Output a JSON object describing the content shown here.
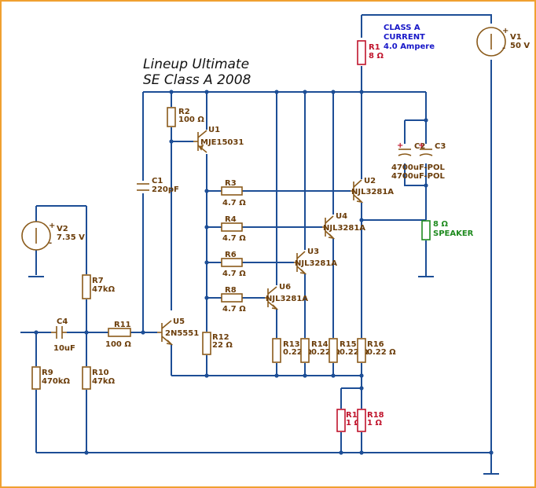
{
  "title": {
    "line1": "Lineup Ultimate",
    "line2": "SE Class A 2008"
  },
  "annotation": {
    "line1": "CLASS A",
    "line2": "CURRENT",
    "line3": "4.0 Ampere"
  },
  "components": {
    "r1": {
      "name": "R1",
      "value": "8 Ω"
    },
    "v1": {
      "name": "V1",
      "value": "50 V"
    },
    "r2": {
      "name": "R2",
      "value": "100 Ω"
    },
    "u1": {
      "name": "U1",
      "value": "MJE15031"
    },
    "c1": {
      "name": "C1",
      "value": "220pF"
    },
    "c2": {
      "name": "C2",
      "value": "4700uF-POL"
    },
    "c3": {
      "name": "C3",
      "value": "4700uF-POL"
    },
    "u2": {
      "name": "U2",
      "value": "NJL3281A"
    },
    "u4": {
      "name": "U4",
      "value": "NJL3281A"
    },
    "u3": {
      "name": "U3",
      "value": "NJL3281A"
    },
    "u6": {
      "name": "U6",
      "value": "NJL3281A"
    },
    "r3": {
      "name": "R3",
      "value": "4.7 Ω"
    },
    "r4": {
      "name": "R4",
      "value": "4.7 Ω"
    },
    "r6": {
      "name": "R6",
      "value": "4.7 Ω"
    },
    "r8": {
      "name": "R8",
      "value": "4.7 Ω"
    },
    "v2": {
      "name": "V2",
      "value": "7.35 V"
    },
    "r7": {
      "name": "R7",
      "value": "47kΩ"
    },
    "c4": {
      "name": "C4",
      "value": "10uF"
    },
    "r11": {
      "name": "R11",
      "value": "100 Ω"
    },
    "u5": {
      "name": "U5",
      "value": "2N5551"
    },
    "r12": {
      "name": "R12",
      "value": "22 Ω"
    },
    "r9": {
      "name": "R9",
      "value": "470kΩ"
    },
    "r10": {
      "name": "R10",
      "value": "47kΩ"
    },
    "r13": {
      "name": "R13",
      "value": "0.22 Ω"
    },
    "r14": {
      "name": "R14",
      "value": "0.22 Ω"
    },
    "r15": {
      "name": "R15",
      "value": "0.22 Ω"
    },
    "r16": {
      "name": "R16",
      "value": "0.22 Ω"
    },
    "r17": {
      "name": "R17",
      "value": "1 Ω"
    },
    "r18": {
      "name": "R18",
      "value": "1 Ω"
    },
    "speaker": {
      "name": "8 Ω",
      "value": "SPEAKER"
    }
  },
  "colors": {
    "wire": "#1d4e96",
    "component": "#8a5a1a",
    "border": "#f0a030",
    "sense": "#c0142c",
    "speaker": "#1e8a1e",
    "annotation": "#1717c8"
  }
}
